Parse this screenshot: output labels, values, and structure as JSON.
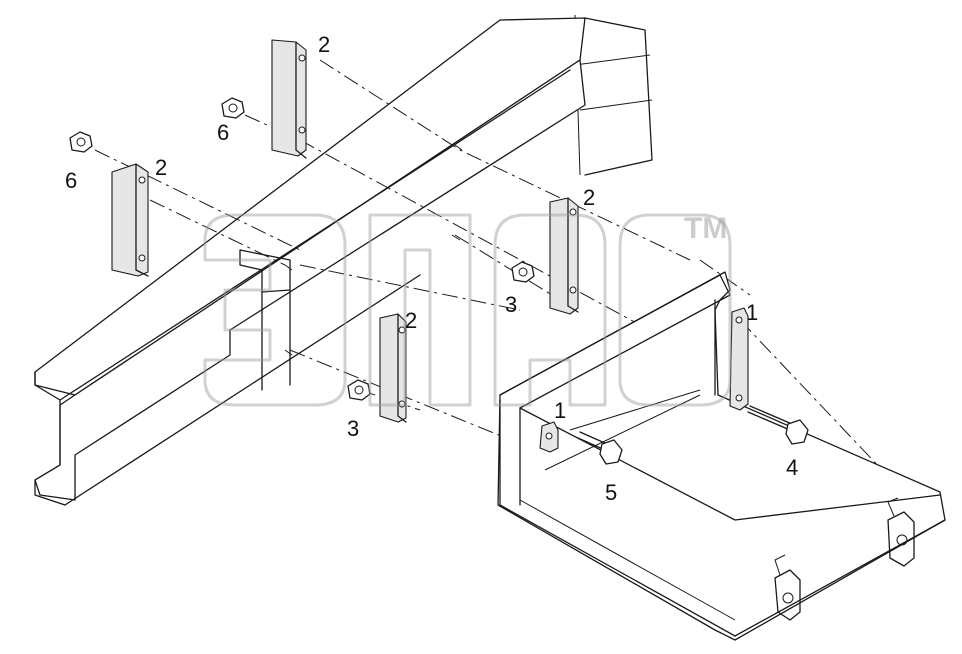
{
  "watermark": {
    "logo": "элф",
    "trademark": "TM"
  },
  "callouts": {
    "c2a": "2",
    "c2b": "2",
    "c2c": "2",
    "c2d": "2",
    "c6a": "6",
    "c6b": "6",
    "c3a": "3",
    "c3b": "3",
    "c1a": "1",
    "c1b": "1",
    "c4": "4",
    "c5": "5"
  },
  "colors": {
    "line": "#1a1a1a",
    "watermark": "#9a9a9a"
  }
}
